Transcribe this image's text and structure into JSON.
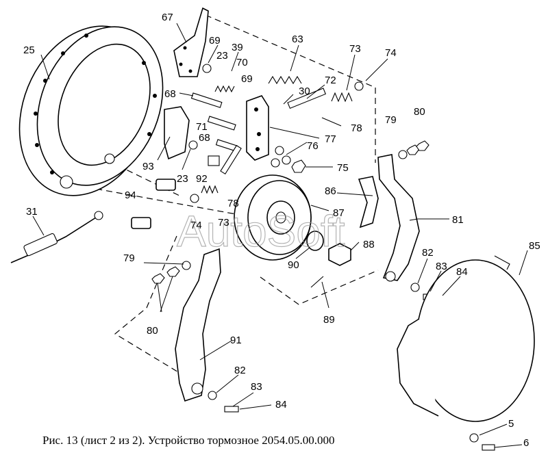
{
  "caption": "Рис. 13 (лист 2 из 2). Устройство тормозное 2054.05.00.000",
  "watermark": "AutoSoft",
  "callouts": [
    {
      "id": "c25",
      "text": "25"
    },
    {
      "id": "c67",
      "text": "67"
    },
    {
      "id": "c69a",
      "text": "69"
    },
    {
      "id": "c23a",
      "text": "23"
    },
    {
      "id": "c39",
      "text": "39"
    },
    {
      "id": "c70",
      "text": "70"
    },
    {
      "id": "c69b",
      "text": "69"
    },
    {
      "id": "c63",
      "text": "63"
    },
    {
      "id": "c73a",
      "text": "73"
    },
    {
      "id": "c74a",
      "text": "74"
    },
    {
      "id": "c68a",
      "text": "68"
    },
    {
      "id": "c30",
      "text": "30"
    },
    {
      "id": "c72",
      "text": "72"
    },
    {
      "id": "c71",
      "text": "71"
    },
    {
      "id": "c78a",
      "text": "78"
    },
    {
      "id": "c77",
      "text": "77"
    },
    {
      "id": "c68b",
      "text": "68"
    },
    {
      "id": "c76",
      "text": "76"
    },
    {
      "id": "c79a",
      "text": "79"
    },
    {
      "id": "c80a",
      "text": "80"
    },
    {
      "id": "c93",
      "text": "93"
    },
    {
      "id": "c23b",
      "text": "23"
    },
    {
      "id": "c92",
      "text": "92"
    },
    {
      "id": "c75",
      "text": "75"
    },
    {
      "id": "c86",
      "text": "86"
    },
    {
      "id": "c94",
      "text": "94"
    },
    {
      "id": "c78b",
      "text": "78"
    },
    {
      "id": "c31",
      "text": "31"
    },
    {
      "id": "c87",
      "text": "87"
    },
    {
      "id": "c81",
      "text": "81"
    },
    {
      "id": "c74b",
      "text": "74"
    },
    {
      "id": "c73b",
      "text": "73"
    },
    {
      "id": "c88",
      "text": "88"
    },
    {
      "id": "c85",
      "text": "85"
    },
    {
      "id": "c79b",
      "text": "79"
    },
    {
      "id": "c82a",
      "text": "82"
    },
    {
      "id": "c83a",
      "text": "83"
    },
    {
      "id": "c84a",
      "text": "84"
    },
    {
      "id": "c90",
      "text": "90"
    },
    {
      "id": "c89",
      "text": "89"
    },
    {
      "id": "c80b",
      "text": "80"
    },
    {
      "id": "c91",
      "text": "91"
    },
    {
      "id": "c82b",
      "text": "82"
    },
    {
      "id": "c83b",
      "text": "83"
    },
    {
      "id": "c84b",
      "text": "84"
    },
    {
      "id": "c5",
      "text": "5"
    },
    {
      "id": "c6",
      "text": "6"
    }
  ]
}
